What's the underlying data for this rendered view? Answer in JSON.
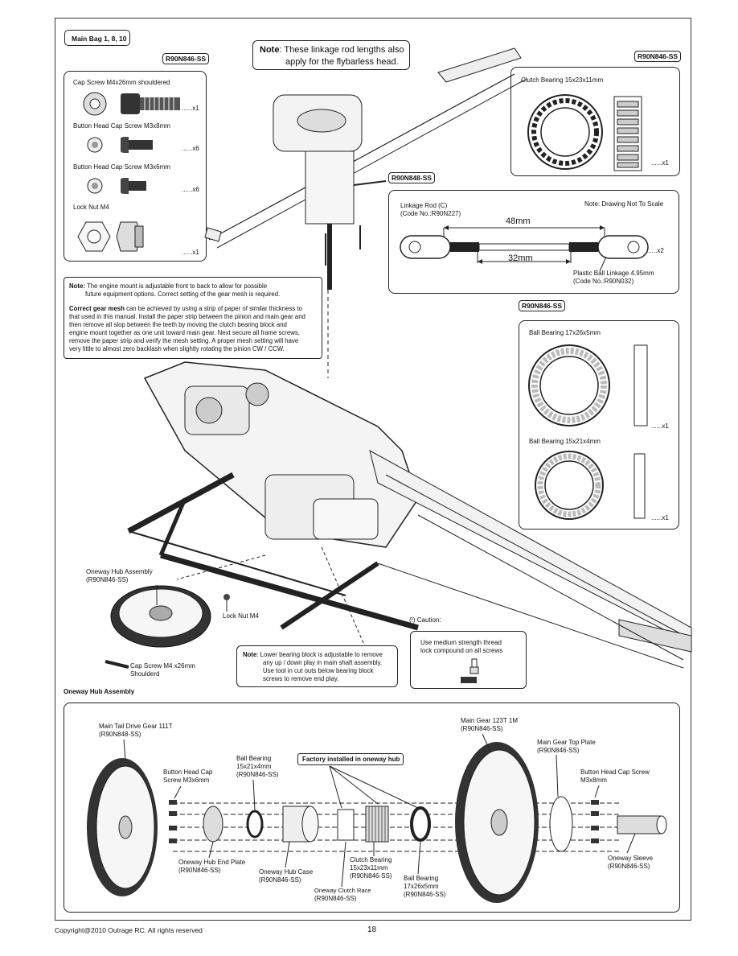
{
  "header": {
    "main_bag": "Main Bag 1, 8, 10",
    "note_title": "Note",
    "note_line1": ": These linkage rod lengths also",
    "note_line2": "apply for the flybarless head."
  },
  "tags": {
    "left_hardware": "R90N846-SS",
    "right_clutch": "R90N846-SS",
    "head": "R90N848-SS",
    "bearings": "R90N846-SS"
  },
  "hardware": {
    "items": [
      {
        "name": "Cap Screw M4x26mm shouldered",
        "qty": "......x1"
      },
      {
        "name": "Button Head Cap Screw M3x8mm",
        "qty": "......x6"
      },
      {
        "name": "Button Head Cap Screw M3x6mm",
        "qty": "......x6"
      },
      {
        "name": "Lock Nut M4",
        "qty": "......x1"
      }
    ]
  },
  "clutch_box": {
    "title": "Clutch Bearing 15x23x11mm",
    "qty": "......x1"
  },
  "linkage": {
    "title": "Linkage Rod (C)",
    "code": "(Code No.:R90N227)",
    "note": "Note: Drawing Not To Scale",
    "len_outer": "48mm",
    "len_inner": "32mm",
    "qty": "......x2",
    "ball_title": "Plastic Ball Linkage 4.95mm",
    "ball_code": "(Code No.:R90N032)"
  },
  "bearings": {
    "b1": "Ball Bearing 17x26x5mm",
    "b1_qty": "......x1",
    "b2": "Ball Bearing 15x21x4mm",
    "b2_qty": "......x1"
  },
  "engine_note": {
    "lead": "Note:",
    "l1": " The engine mount is adjustable front to back to allow for possible",
    "l2": "future equipment options. Correct setting of the gear mesh is required.",
    "bold2": "Correct gear mesh",
    "l3": " can be achieved by using a strip of paper of similar thickness to",
    "l4": "that used in this manual. Install the paper strip between the pinion and main gear and",
    "l5": "then remove all slop between the teeth by moving the clutch bearing block and",
    "l6": "engine mount together as one unit toward main gear. Next secure all frame screws,",
    "l7": "remove the paper strip and verify the mesh setting. A proper mesh setting will have",
    "l8": "very little to almost zero backlash when slightly rotating the pinion CW / CCW."
  },
  "callouts": {
    "oneway_hub": "Oneway Hub Assembly",
    "oneway_hub_code": "(R90N846-SS)",
    "lock_nut": "Lock Nut M4",
    "cap_screw": "Cap Screw M4 x26mm",
    "cap_screw2": "Shoulderd",
    "caution": "(!) Caution:"
  },
  "lower_note": {
    "lead": "Note",
    "l1": ": Lower bearing block is adjustable to remove",
    "l2": "any up / down play in main shaft assembly.",
    "l3": "Use tool in cut outs below bearing block",
    "l4": "screws to remove end play."
  },
  "thread_lock": {
    "l1": "Use medium strength thread",
    "l2": "lock compound on all screws"
  },
  "oneway_section": {
    "title": "Oneway Hub Assembly",
    "tail_gear": "Main Tail Drive Gear 111T",
    "tail_gear_code": "(R90N848-SS)",
    "btn_screw_l": "Button Head Cap",
    "btn_screw_l2": "Screw M3x6mm",
    "ball_brg": "Ball Bearing",
    "ball_brg2": "15x21x4mm",
    "ball_brg_code": "(R90N846-SS)",
    "factory": "Factory installed in oneway hub",
    "main_gear": "Main Gear 123T 1M",
    "main_gear_code": "(R90N846-SS)",
    "top_plate": "Main Gear Top Plate",
    "top_plate_code": "(R90N846-SS)",
    "btn_screw_r": "Button Head Cap Screw",
    "btn_screw_r2": "M3x8mm",
    "end_plate": "Oneway Hub End Plate",
    "end_plate_code": "(R90N846-SS)",
    "hub_case": "Oneway Hub Case",
    "hub_case_code": "(R90N846-SS)",
    "clutch": "Clutch Bearing",
    "clutch2": "15x23x11mm",
    "clutch_code": "(R90N846-SS)",
    "race": "Oneway Clutch Race",
    "race_code": "(R90N846-SS)",
    "ball_brg_b": "Ball Bearing",
    "ball_brg_b2": "17x26x5mm",
    "ball_brg_b_code": "(R90N846-SS)",
    "sleeve": "Oneway Sleeve",
    "sleeve_code": "(R90N846-SS)"
  },
  "footer": {
    "copyright": "Copyright@2010 Outrage RC. All rights reserved",
    "page": "18"
  }
}
